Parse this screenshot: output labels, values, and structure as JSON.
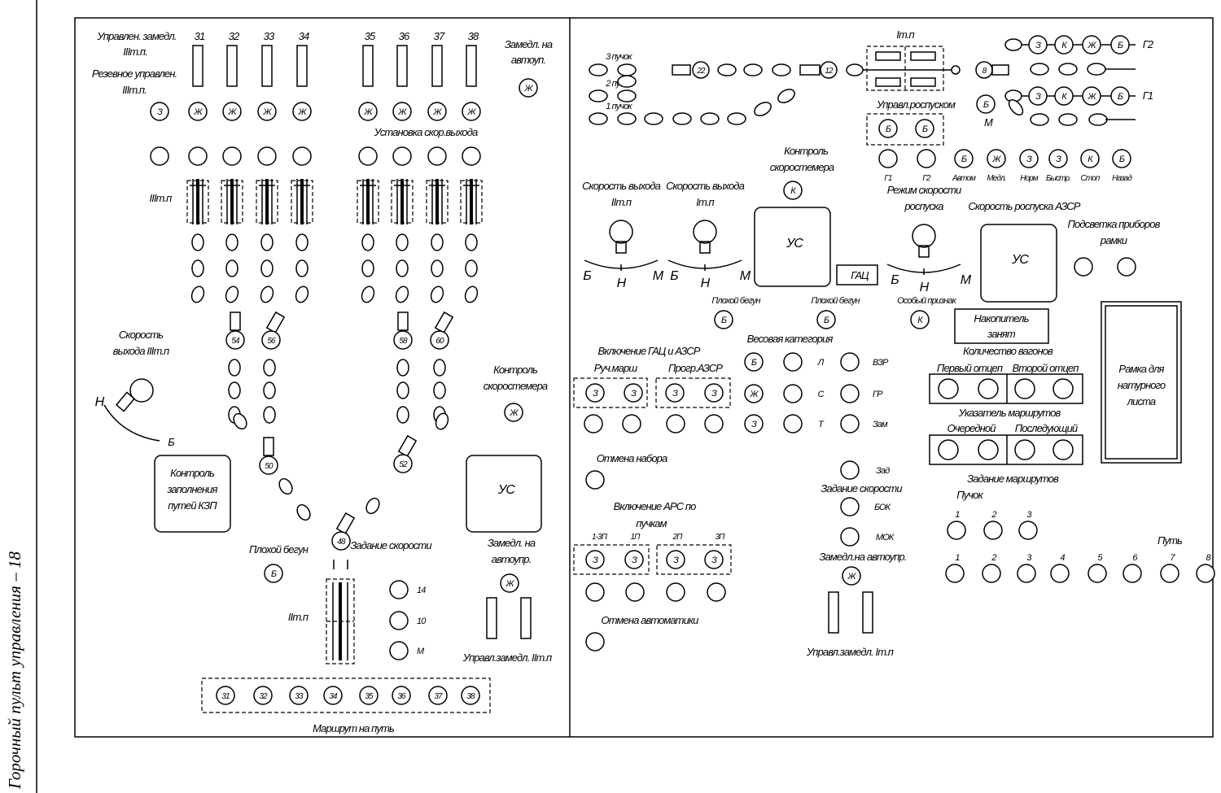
{
  "side_caption": "Горочный пульт управления – 18",
  "left": {
    "row_header_ctrl": "Управлен. замедл.",
    "row_header_ctrl2": "IIIт.п.",
    "row_header_backup": "Резевное управлен.",
    "row_header_backup2": "IIIт.п.",
    "retarder_nums_a": [
      "31",
      "32",
      "33",
      "34"
    ],
    "retarder_nums_b": [
      "35",
      "36",
      "37",
      "38"
    ],
    "lamp_z": "З",
    "lamp_zh": "Ж",
    "lamp_b": "Б",
    "speed_set_label": "Установка скор.выхода",
    "zamedl_auto_1": "Замедл. на",
    "zamedl_auto_1b": "автоуп.",
    "stage3_label": "IIIт.п",
    "switch_nums": [
      "54",
      "56",
      "58",
      "60",
      "50",
      "52",
      "48"
    ],
    "speed_out3_1": "Скорость",
    "speed_out3_2": "выхода IIIт.п",
    "knob_n": "Н",
    "knob_b": "Б",
    "fill_ctrl": [
      "Контроль",
      "заполнения",
      "путей КЗП"
    ],
    "speedometer_1": "Контроль",
    "speedometer_2": "скоростемера",
    "us": "УС",
    "bad_runner": "Плохой бегун",
    "speed_task": "Задание скорости",
    "speed_values": [
      "14",
      "10",
      "М"
    ],
    "zamedl_auto_2": "Замедл. на",
    "zamedl_auto_2b": "автоупр.",
    "stage2_label": "IIт.п",
    "ctrl_retarder2": "Управл.замедл. IIт.п",
    "route_nums": [
      "31",
      "32",
      "33",
      "34",
      "35",
      "36",
      "37",
      "38"
    ],
    "route_label": "Маршрут на путь"
  },
  "right": {
    "bunch3": "3 пучок",
    "bunch2": "2 пучок",
    "bunch1": "1 пучок",
    "sw22": "22",
    "sw12": "12",
    "sw8": "8",
    "stage1_top": "Iт.п",
    "g2": "Г2",
    "g1": "Г1",
    "k": "К",
    "m": "М",
    "dissolve_ctrl": "Управл.роспуском",
    "dissolve_btns": [
      "Г1",
      "Г2",
      "Автом",
      "Медл.",
      "Норм",
      "Быстр.",
      "Стоп",
      "Назад"
    ],
    "dissolve_btn_letters": [
      "Б",
      "Ж",
      "З",
      "З",
      "К",
      "Б"
    ],
    "speedometer_1": "Контроль",
    "speedometer_2": "скоростемера",
    "speed_out2_1": "Скорость выхода",
    "speed_out2_2": "IIт.п",
    "speed_out1_1": "Скорость выхода",
    "speed_out1_2": "Iт.п",
    "knob_b": "Б",
    "knob_n": "Н",
    "knob_m": "М",
    "us": "УС",
    "gac": "ГАЦ",
    "mode_1": "Режим скорости",
    "mode_2": "роспуска",
    "dissolve_speed": "Скорость роспуска АЗСР",
    "backlight_1": "Подсветка приборов",
    "backlight_2": "рамки",
    "bad_runner": "Плохой бегун",
    "special": "Особый признак",
    "accum_1": "Накопитель",
    "accum_2": "занят",
    "weight_cat": "Весовая категория",
    "weight_items": [
      "Л",
      "ВЗР",
      "С",
      "ГР",
      "Т",
      "Зам"
    ],
    "gac_azsr": "Включение ГАЦ и АЗСР",
    "manual": "Руч.марш",
    "prog": "Прогр.АЗСР",
    "wagons": "Количество вагонов",
    "first_cut": "Первый отцеп",
    "second_cut": "Второй отцеп",
    "route_ind": "Указатель маршрутов",
    "next": "Очередной",
    "after": "Последующий",
    "frame_1": "Рамка для",
    "frame_2": "натурного",
    "frame_3": "листа",
    "cancel_set": "Отмена набора",
    "ars_1": "Включение АРС по",
    "ars_2": "пучкам",
    "ars_labels": [
      "1-3П",
      "1П",
      "2П",
      "3П"
    ],
    "cancel_auto": "Отмена автоматики",
    "zad": "Зад",
    "speed_task": "Задание скорости",
    "bok": "БОК",
    "mok": "МОК",
    "zamedl_auto": "Замедл.на автоупр.",
    "ctrl_retarder1": "Управл.замедл. Iт.п",
    "route_set": "Задание маршрутов",
    "bunch": "Пучок",
    "bunch_nums": [
      "1",
      "2",
      "3"
    ],
    "track": "Путь",
    "track_nums": [
      "1",
      "2",
      "3",
      "4",
      "5",
      "6",
      "7",
      "8"
    ]
  }
}
